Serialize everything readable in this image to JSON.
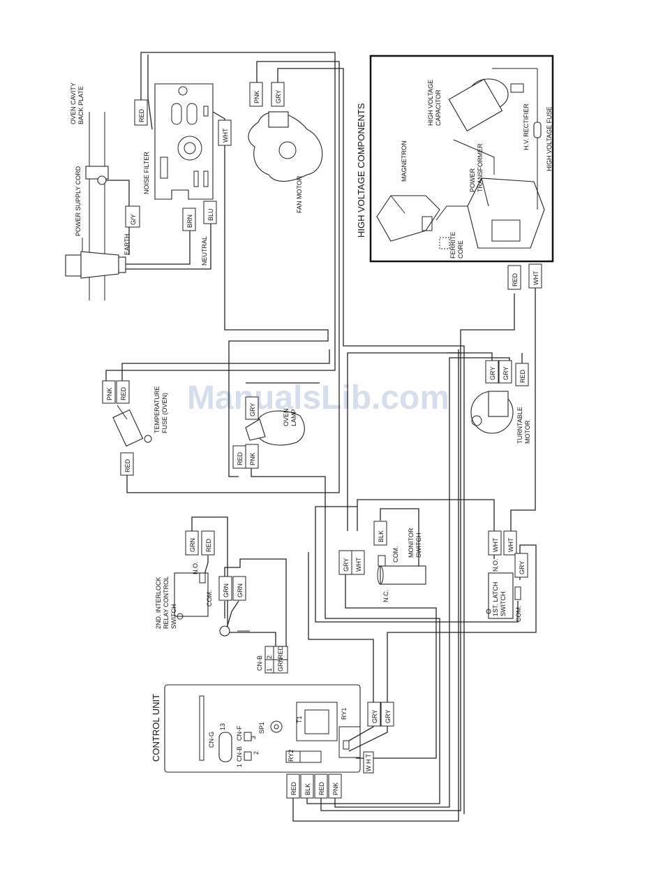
{
  "watermark": "ManualsLib.com",
  "sections": {
    "high_voltage_components": "HIGH VOLTAGE COMPONENTS",
    "control_unit": "CONTROL UNIT"
  },
  "components": {
    "oven_cavity_back_plate": [
      "OVEN CAVITY",
      "BACK PLATE"
    ],
    "power_supply_cord": "POWER SUPPLY CORD",
    "earth": "EARTH",
    "neutral": "NEUTRAL",
    "noise_filter": "NOISE FILTER",
    "fan_motor": "FAN MOTOR",
    "magnetron": "MAGNETRON",
    "hv_capacitor": [
      "HIGH VOLTAGE",
      "CAPACITOR"
    ],
    "power_transformer": [
      "POWER",
      "TRANSFORMER"
    ],
    "hv_rectifier": "H.V. RECTIFIER",
    "hv_fuse": "HIGH VOLTAGE FUSE",
    "ferrite_core": [
      "FERRITE",
      "CORE"
    ],
    "temperature_fuse": [
      "TEMPERATURE",
      "FUSE (OVEN)"
    ],
    "oven_lamp": [
      "OVEN",
      "LAMP"
    ],
    "turntable_motor": [
      "TURNTABLE",
      "MOTOR"
    ],
    "interlock_relay": [
      "2ND. INTERLOCK",
      "RELAY CONTROL",
      "SWITCH"
    ],
    "monitor_switch": [
      "MONITOR",
      "SWITCH"
    ],
    "latch_switch": [
      "1ST. LATCH",
      "SWITCH"
    ],
    "no": "N.O.",
    "nc": "N.C.",
    "com": "COM.",
    "cnb": "CN-B",
    "cnb_pins": [
      "2",
      "1"
    ],
    "cnb_wires": [
      "RED",
      "GRN"
    ]
  },
  "control_unit": {
    "cng": "CN-G",
    "cnf": "CN-F",
    "cnb": "CN-B",
    "sp1": "SP1",
    "t1": "T1",
    "ry1": "RY1",
    "ry2": "RY2",
    "pin_13": "13",
    "pin_3": "3",
    "pin_2": "2",
    "pin_1": "1",
    "wht": "W H T"
  },
  "wire_labels": {
    "red_nf": "RED",
    "gy": "G/Y",
    "brn": "BRN",
    "blu": "BLU",
    "wht_nf": "WHT",
    "pnk_fan": "PNK",
    "gry_fan": "GRY",
    "pnk_tf": "PNK",
    "red_tf": "RED",
    "red_tf2": "RED",
    "gry_lamp": "GRY",
    "red_lamp": "RED",
    "pnk_lamp": "PNK",
    "red_hv": "RED",
    "wht_hv": "WHT",
    "gry_tt1": "GRY",
    "gry_tt2": "GRY",
    "red_tt": "RED",
    "grn_il": "GRN",
    "red_il": "RED",
    "grn_gnd1": "GRN",
    "grn_gnd2": "GRN",
    "blk_ms": "BLK",
    "gry_ms": "GRY",
    "wht_ms": "WHT",
    "wht_ls1": "WHT",
    "wht_ls2": "WHT",
    "gry_ls": "GRY",
    "gry_ry1a": "GRY",
    "gry_ry1b": "GRY",
    "red_ry2a": "RED",
    "blk_ry2": "BLK",
    "red_ry2b": "RED",
    "pnk_ry2": "PNK"
  }
}
